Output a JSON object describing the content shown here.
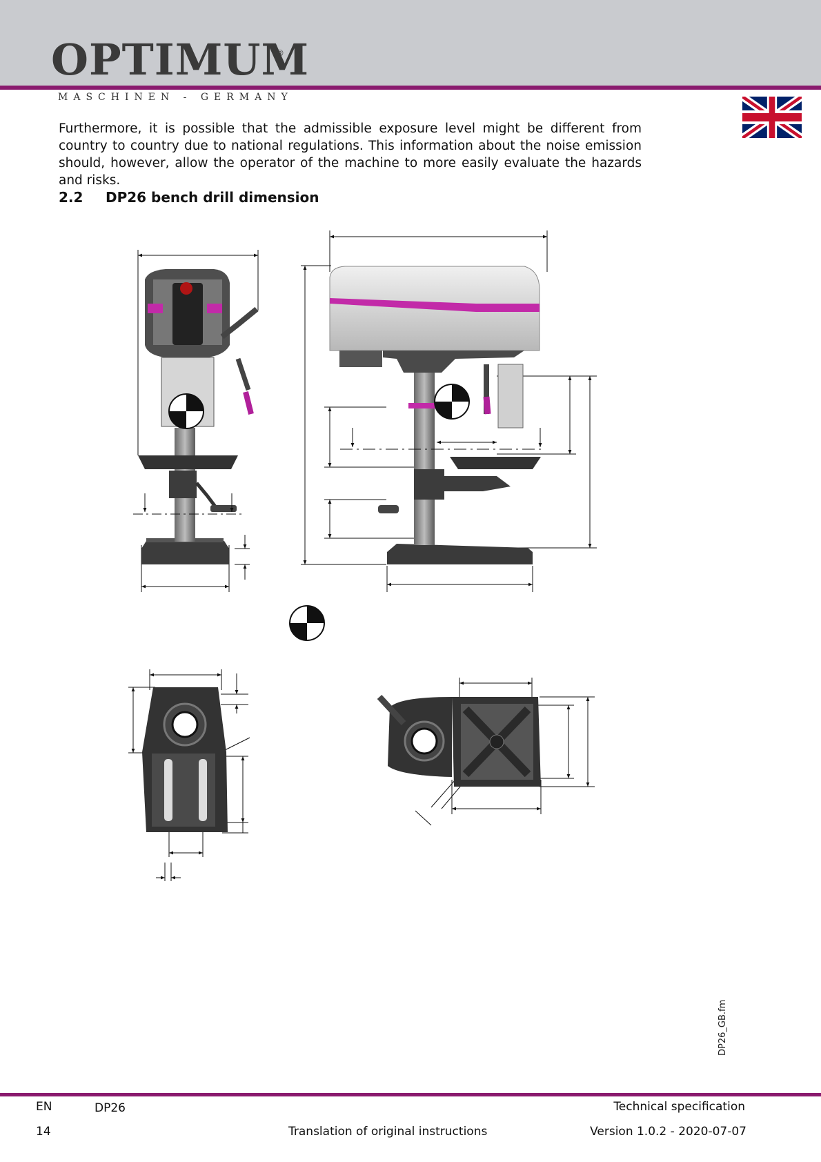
{
  "header": {
    "brand": "OPTIMUM",
    "brand_mark": "®",
    "brand_sub": "MASCHINEN - GERMANY",
    "flag_icon": "uk-flag-icon",
    "accent_color": "#8a1a6e"
  },
  "body": {
    "intro": "Furthermore, it is possible that the admissible exposure level might be different from country to country due to national regulations. This information about the noise emission should, however, allow the operator of the machine to more easily evaluate the hazards and risks.",
    "section_number": "2.2",
    "section_title": "DP26 bench drill dimension"
  },
  "figure": {
    "symbol": "center-of-gravity-icon",
    "views": [
      "front-view",
      "side-view",
      "base-top-view",
      "table-top-view"
    ]
  },
  "side_tag": "DP26_GB.fm",
  "footer": {
    "lang": "EN",
    "model": "DP26",
    "chapter": "Technical specification",
    "page": "14",
    "translation": "Translation of original instructions",
    "version": "Version 1.0.2 - 2020-07-07"
  }
}
